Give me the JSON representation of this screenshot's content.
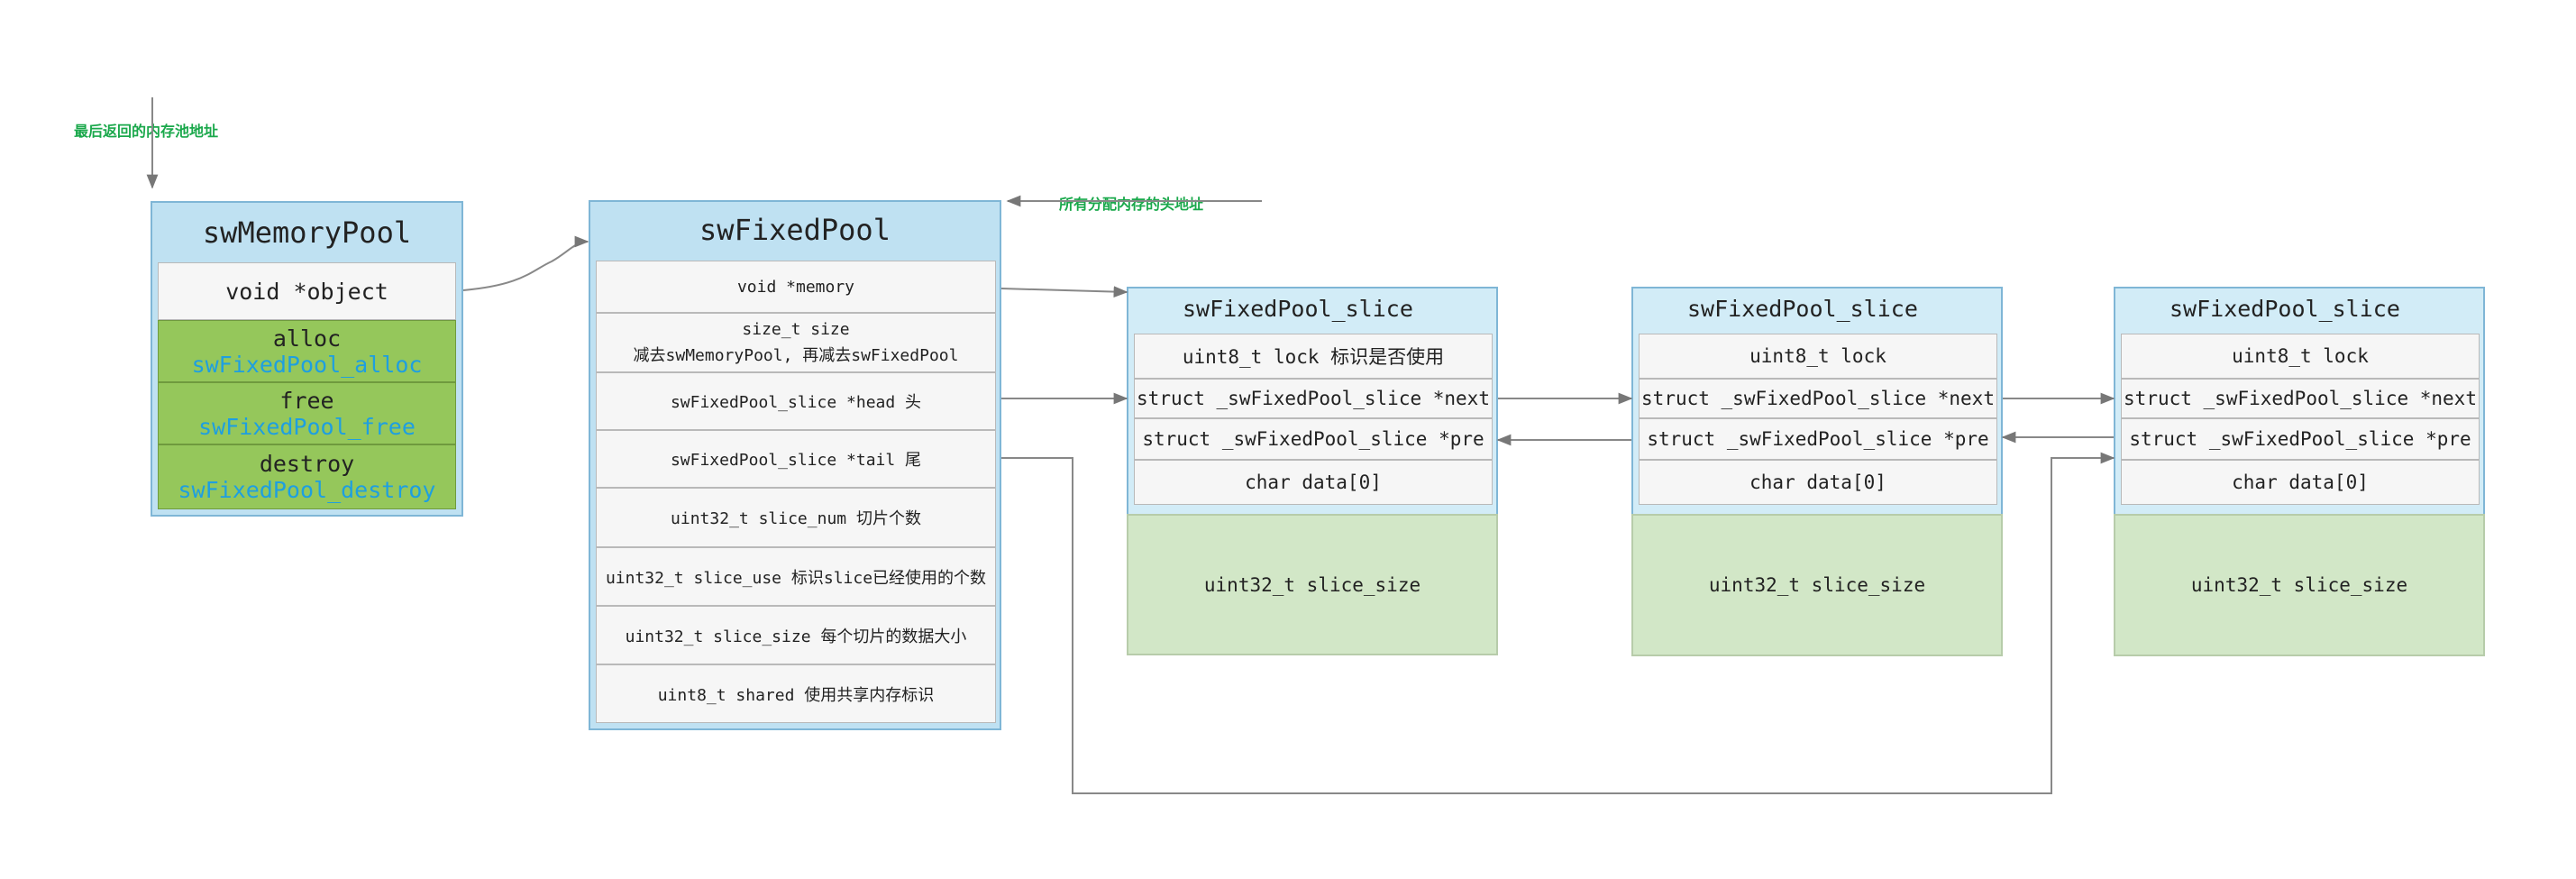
{
  "notes": {
    "returned_addr": "最后返回的内存池地址",
    "alloc_head_addr": "所有分配内存的头地址"
  },
  "memory_pool": {
    "title": "swMemoryPool",
    "object": "void *object",
    "alloc": {
      "name": "alloc",
      "func": "swFixedPool_alloc"
    },
    "free": {
      "name": "free",
      "func": "swFixedPool_free"
    },
    "destroy": {
      "name": "destroy",
      "func": "swFixedPool_destroy"
    }
  },
  "fixed_pool": {
    "title": "swFixedPool",
    "fields": [
      {
        "text": "void *memory"
      },
      {
        "text": "size_t size",
        "sub": "减去swMemoryPool, 再减去swFixedPool"
      },
      {
        "text": "swFixedPool_slice *head 头"
      },
      {
        "text": "swFixedPool_slice *tail 尾"
      },
      {
        "text": "uint32_t slice_num 切片个数"
      },
      {
        "text": "uint32_t slice_use 标识slice已经使用的个数"
      },
      {
        "text": "uint32_t slice_size 每个切片的数据大小"
      },
      {
        "text": "uint8_t shared  使用共享内存标识"
      }
    ]
  },
  "slices": [
    {
      "title": "swFixedPool_slice",
      "lock": "uint8_t lock 标识是否使用",
      "next": "struct _swFixedPool_slice *next",
      "pre": "struct _swFixedPool_slice *pre",
      "data": "char data[0]",
      "size": "uint32_t slice_size"
    },
    {
      "title": "swFixedPool_slice",
      "lock": "uint8_t lock",
      "next": "struct _swFixedPool_slice *next",
      "pre": "struct _swFixedPool_slice *pre",
      "data": "char data[0]",
      "size": "uint32_t slice_size"
    },
    {
      "title": "swFixedPool_slice",
      "lock": "uint8_t lock",
      "next": "struct _swFixedPool_slice *next",
      "pre": "struct _swFixedPool_slice *pre",
      "data": "char data[0]",
      "size": "uint32_t slice_size"
    }
  ],
  "colors": {
    "header_blue": "#bfe1f2",
    "method_green": "#95c75b",
    "slice_data_green": "#d2e7c7",
    "function_blue": "#1e9fe0",
    "note_green": "#1aa84b",
    "connector_gray": "#777777"
  }
}
